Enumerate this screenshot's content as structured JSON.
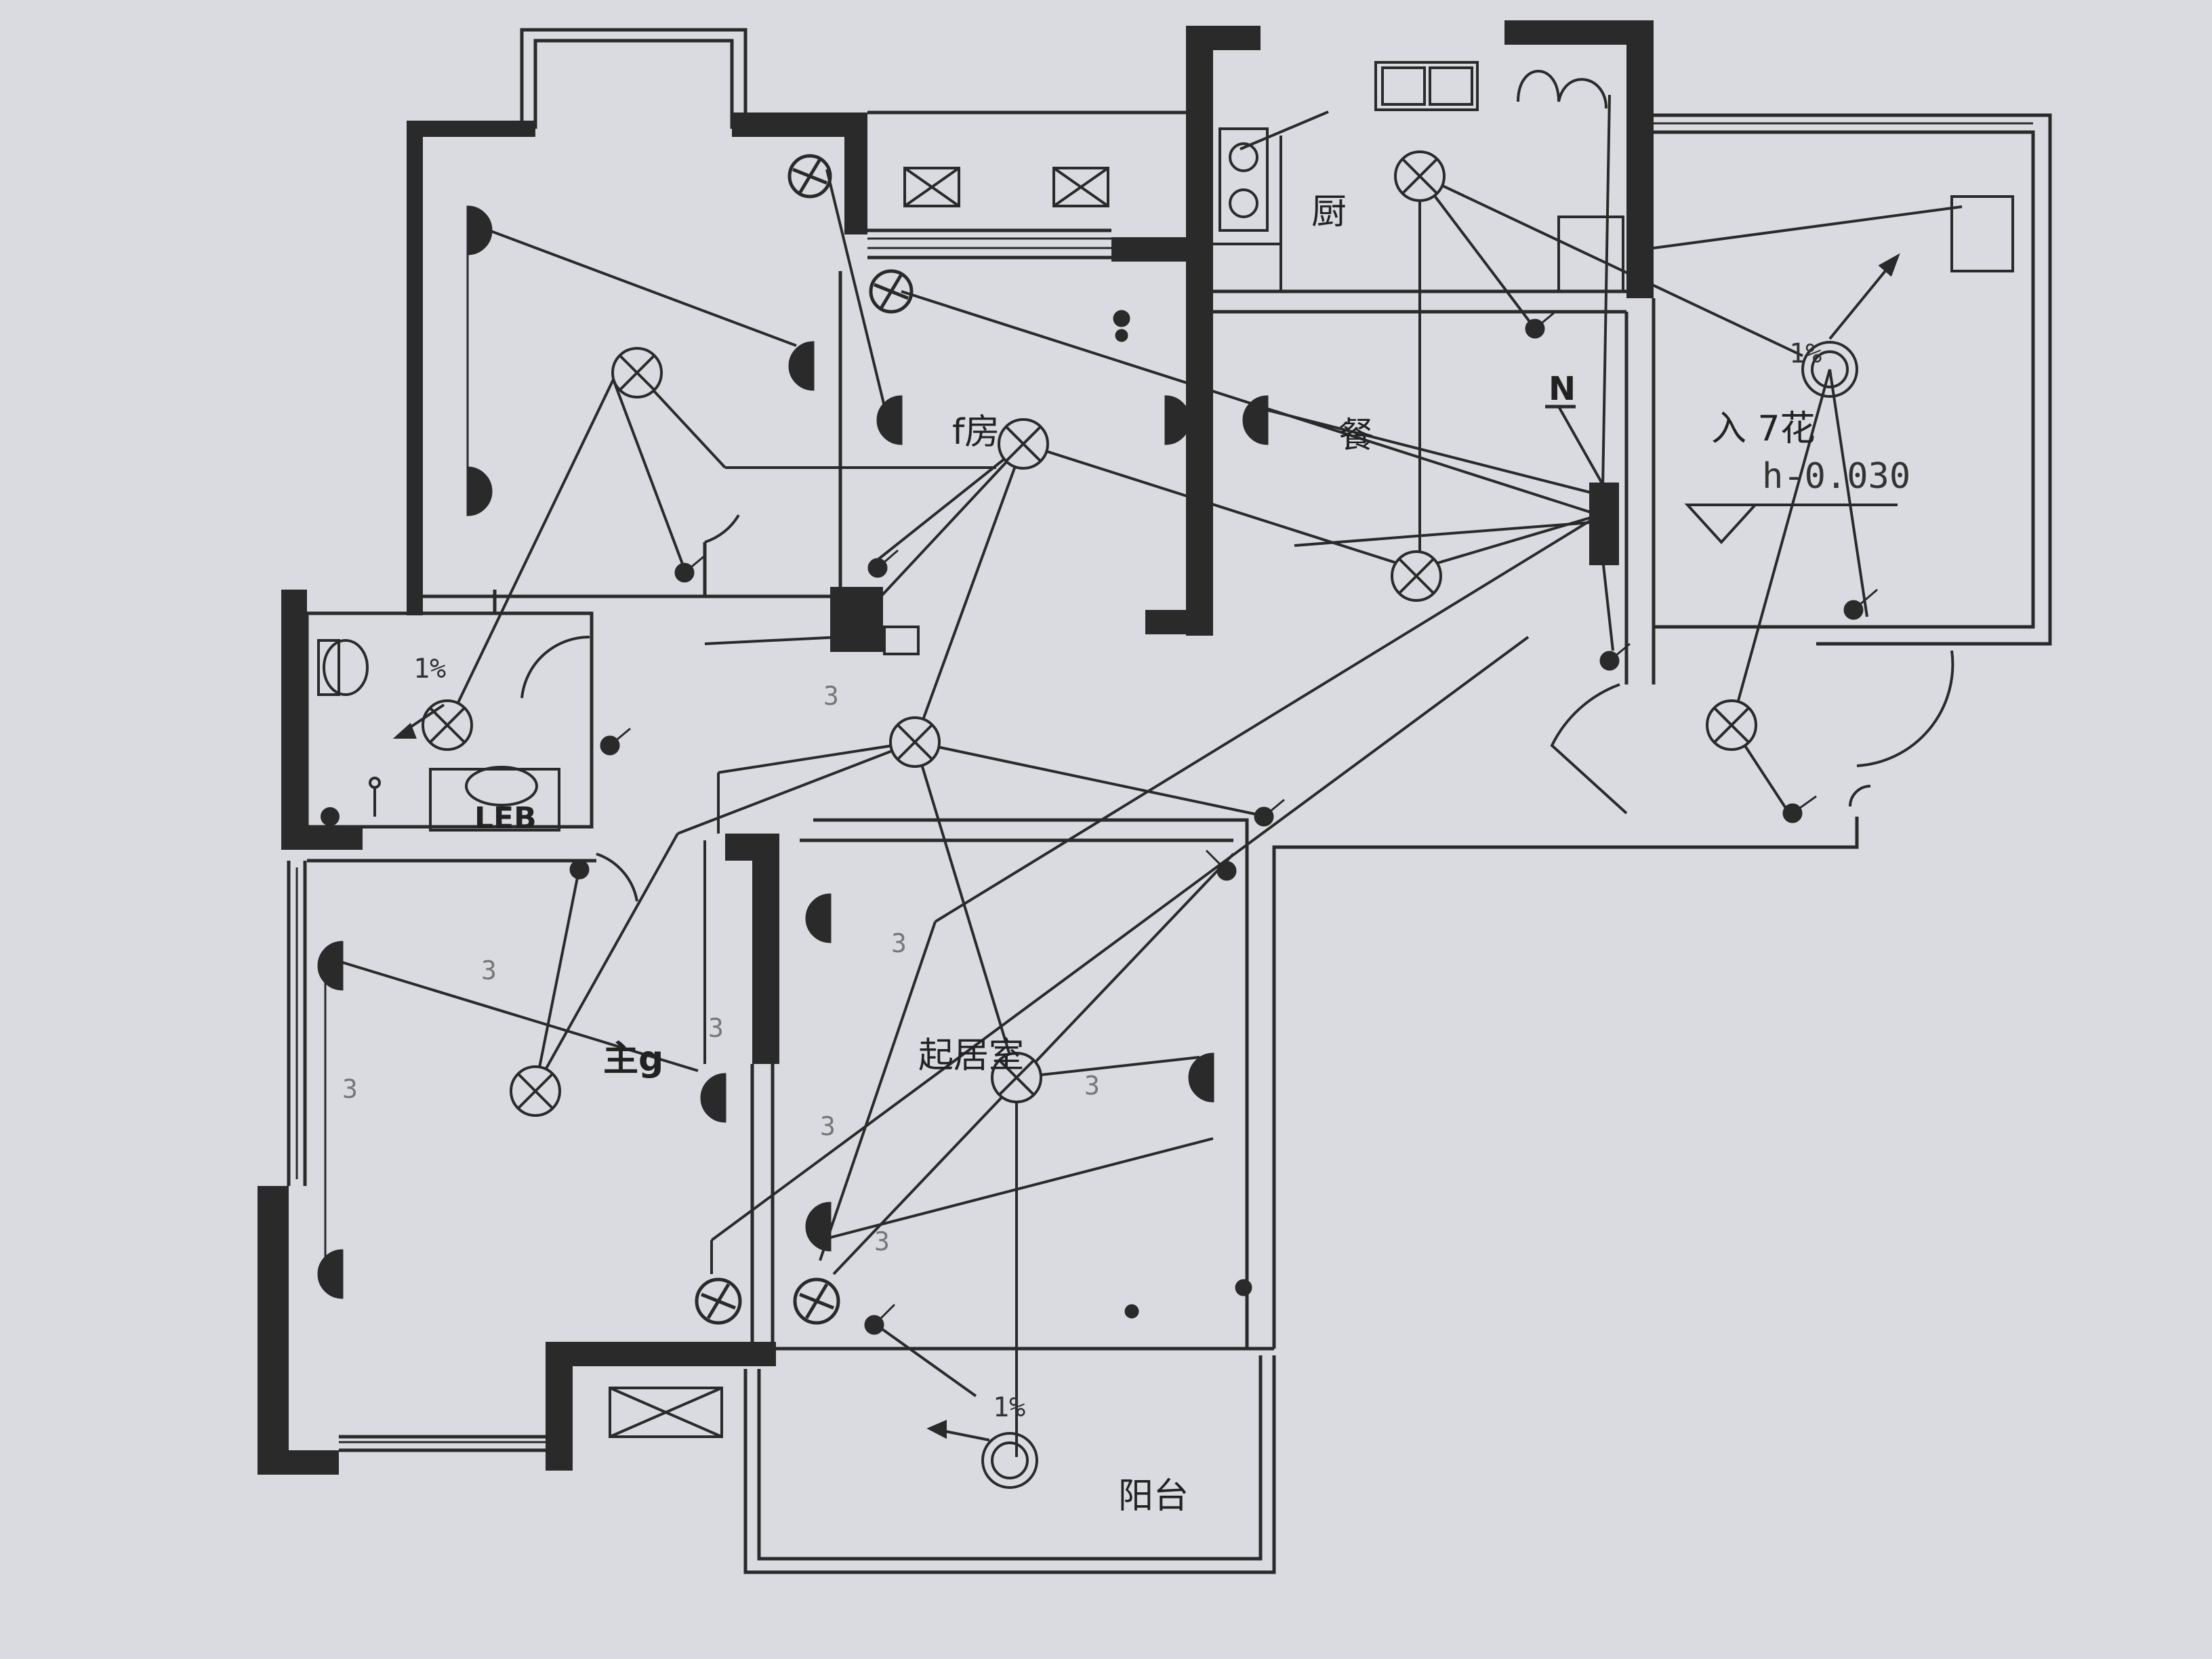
{
  "paper_color": "#d9dbe0",
  "ink_color": "#2a2a2a",
  "labels": {
    "study": "f房",
    "kitchen": "厨",
    "dining": "餐",
    "garden": "入 7花",
    "elevation": "h-0.030",
    "master_bedroom": "主g",
    "living_room": "起居室",
    "balcony": "阳台",
    "panel_n": "N",
    "slope_toilet": "1%",
    "slope_garden": "1%",
    "slope_balcony": "1%",
    "fixture_code": "LEB"
  },
  "wire_counts": [
    "3",
    "3",
    "3",
    "3",
    "3",
    "3",
    "3",
    "3"
  ],
  "symbols": {
    "ceiling_light": "light-fixture-icon",
    "wall_socket": "wall-socket-icon",
    "switch": "switch-icon",
    "distribution_box": "distribution-box-icon",
    "exhaust_fan": "exhaust-fan-icon",
    "floor_drain": "floor-drain-icon"
  }
}
